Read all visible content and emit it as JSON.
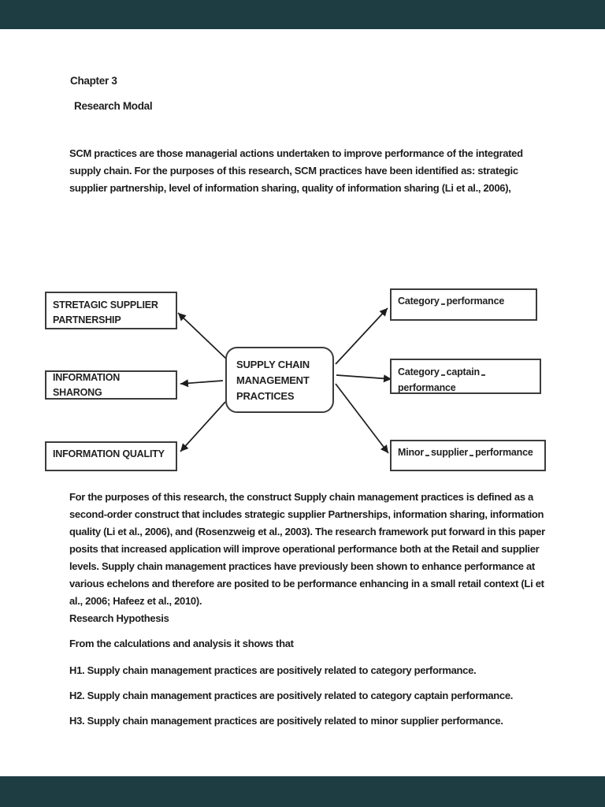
{
  "viewer": {
    "bar_color": "#1d3d42"
  },
  "document": {
    "chapter": "Chapter 3",
    "subtitle": "Research Modal",
    "intro_paragraph": "SCM practices are those managerial actions undertaken to improve performance of the integrated supply chain. For the purposes of this research, SCM practices have been identified as: strategic supplier partnership, level of information sharing, quality of information sharing (Li et al., 2006),",
    "definition_paragraph": "For the purposes of this research, the construct Supply chain management practices is defined as a second-order construct that includes strategic supplier Partnerships, information sharing, information quality (Li et al., 2006), and (Rosenzweig et al., 2003). The research framework put forward in this paper posits that increased application will improve operational performance both at the Retail and supplier levels. Supply chain management practices have previously been shown to enhance performance at various echelons and therefore are posited to be performance enhancing in a small retail context (Li et al., 2006; Hafeez et al., 2010).",
    "hypothesis_heading": "Research Hypothesis",
    "hypothesis_intro": "From the calculations and analysis it shows that",
    "hypotheses": [
      "H1. Supply chain management practices are positively related to category performance.",
      "H2. Supply chain management practices are positively related to category captain performance.",
      "H3. Supply chain management practices are positively related to minor supplier performance."
    ]
  },
  "diagram": {
    "center_box": "SUPPLY CHAIN MANAGEMENT PRACTICES",
    "left_boxes": [
      "STRETAGIC SUPPLIER PARTNERSHIP",
      "INFORMATION SHARONG",
      "INFORMATION QUALITY"
    ],
    "right_boxes": [
      "Category performance",
      "Category captain performance",
      "Minor supplier performance"
    ]
  }
}
